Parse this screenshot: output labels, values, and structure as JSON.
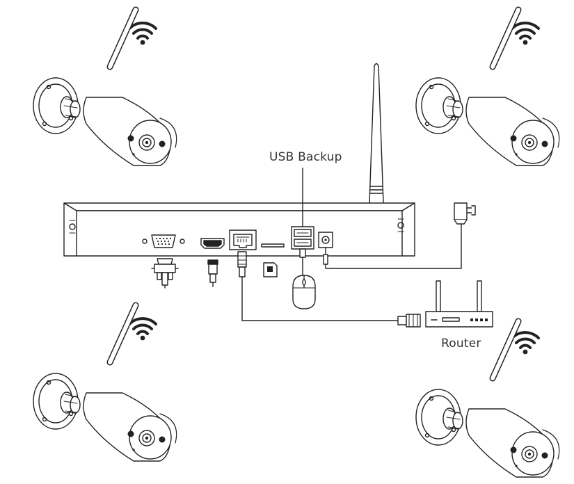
{
  "labels": {
    "usb_backup": "USB Backup",
    "router": "Router"
  },
  "colors": {
    "line": "#222222",
    "panel": "#ffffff",
    "text": "#333333"
  },
  "components": {
    "cameras": [
      "wifi-camera-top-left",
      "wifi-camera-top-right",
      "wifi-camera-bottom-left",
      "wifi-camera-bottom-right"
    ],
    "nvr_ports": [
      "vga-port",
      "hdmi-port",
      "lan-port",
      "sd-slot",
      "usb-ports",
      "dc-power-port"
    ],
    "connectors": [
      "vga-plug",
      "hdmi-plug",
      "ethernet-plug",
      "sd-card",
      "usb-mouse",
      "dc-plug",
      "power-adapter"
    ]
  }
}
